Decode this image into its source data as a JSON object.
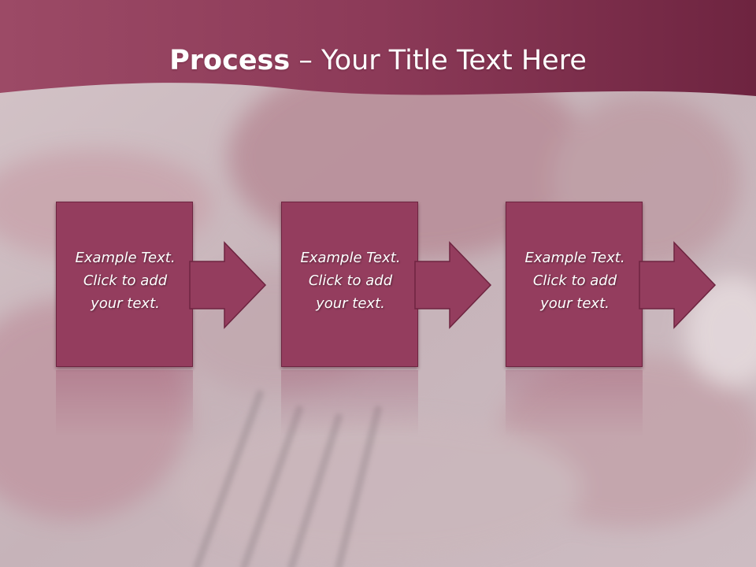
{
  "slide": {
    "title_bold": "Process",
    "title_rest": " – Your Title Text Here",
    "steps": [
      {
        "line1": "Example Text.",
        "line2": "Click  to add",
        "line3": "your text."
      },
      {
        "line1": "Example Text.",
        "line2": "Click  to add",
        "line3": "your text."
      },
      {
        "line1": "Example Text.",
        "line2": "Click  to add",
        "line3": "your text."
      }
    ]
  },
  "colors": {
    "header": "#8c3a58",
    "box": "#943d5e",
    "box_border": "#6e2440",
    "background": "#cdbcc1"
  },
  "icons": {
    "step_arrow": "right-arrow-icon"
  }
}
